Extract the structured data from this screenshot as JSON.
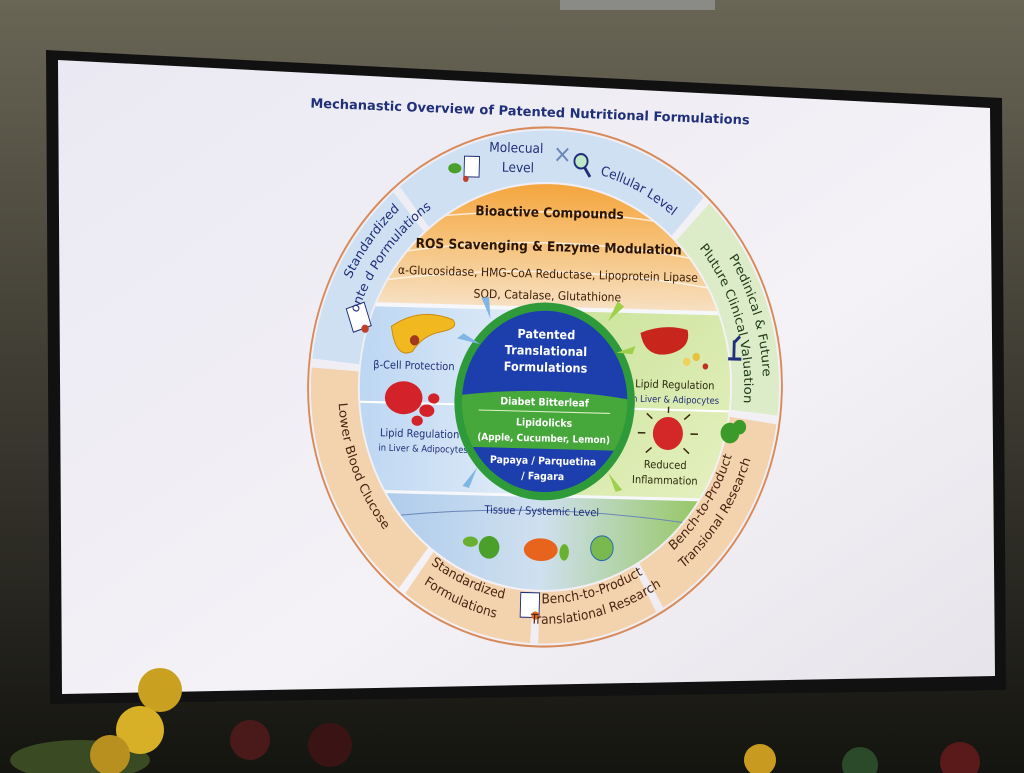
{
  "title": "Mechanastic Overview of Patented Nutritional Formulations",
  "outer_ring": {
    "top_left_label": "Molecual",
    "top_left_label_2": "Level",
    "top_right_label": "Cellular Level",
    "upper_left_line1": "Standardized",
    "upper_left_line2": "onte d Pormulations",
    "upper_right_line1": "Predinical & Future",
    "upper_right_line2": "Pluture Clinical Valuation",
    "lower_right_line1": "Bench-to-Product",
    "lower_right_line2": "Transional Research",
    "bottom_right_line1": "Bench-to-Product",
    "bottom_right_line2": "Translational Research",
    "bottom_left_line1": "Standardized",
    "bottom_left_line2": "Formulations",
    "lower_left_label": "Lower Blood Clucose"
  },
  "band": {
    "line1": "Bioactive Compounds",
    "line2": "ROS Scavenging & Enzyme Modulation",
    "line3": "α-Glucosidase, HMG-CoA Reductase, Lipoprotein Lipase",
    "line4": "SOD, Catalase, Glutathione"
  },
  "quadrants": {
    "beta_cell": "β-Cell Protection",
    "lipid_left": "Lipid Regulation",
    "lipid_left_sub": "in Liver & Adipocytes",
    "lipid_right": "Lipid Regulation",
    "lipid_right_sub": "in Liver & Adipocytes",
    "inflammation_1": "Reduced",
    "inflammation_2": "Inflammation",
    "tissue": "Tissue / Systemic Level"
  },
  "center": {
    "title_1": "Patented",
    "title_2": "Translational",
    "title_3": "Formulations",
    "item_1": "Diabet Bitterleaf",
    "item_2": "Lipidolicks",
    "item_2_sub": "(Apple, Cucumber, Lemon)",
    "item_3": "Papaya / Parquetina",
    "item_3_sub": "/ Fagara"
  },
  "colors": {
    "navy": "#1f2f7a",
    "orange": "#f0a040",
    "ring_orange": "#f3d2ae",
    "ring_blue": "#cfe0f3",
    "ring_green": "#dcebc8",
    "center_blue": "#1d3fae",
    "center_green": "#3f9e2c"
  }
}
